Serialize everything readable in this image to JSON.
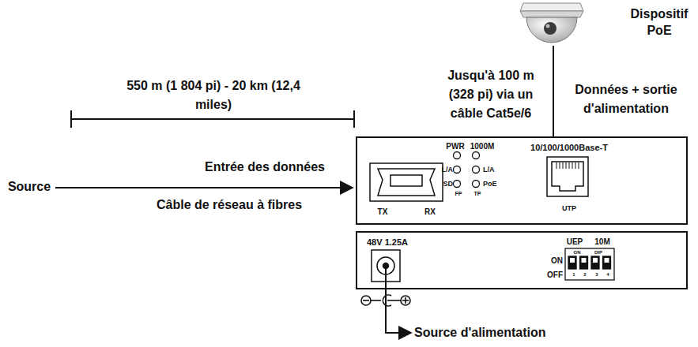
{
  "diagram": {
    "nodes": [
      {
        "text": [
          "Dispositif PoE"
        ]
      },
      {
        "text": [
          "TX",
          "RX",
          "PWR",
          "1000M",
          "L/A",
          "L/A",
          "SD",
          "PoE",
          "FP",
          "TP",
          "10/100/1000Base-T",
          "UTP"
        ]
      },
      {
        "text": [
          "48V 1.25A",
          "UEP",
          "10M",
          "ON",
          "OFF",
          "ON",
          "DIP",
          "1",
          "2",
          "3",
          "4"
        ]
      }
    ],
    "edges": [
      {
        "from": 1,
        "to": 0,
        "arrow": "none"
      }
    ],
    "labels": [
      "550 m (1 804 pi) - 20 km (12,4 miles)",
      "Jusqu'à 100 m (328 pi) via un câble Cat5e/6",
      "Données + sortie d'alimentation",
      "Entrée des données",
      "Source",
      "Câble de réseau à fibres",
      "Source d'alimentation"
    ]
  }
}
